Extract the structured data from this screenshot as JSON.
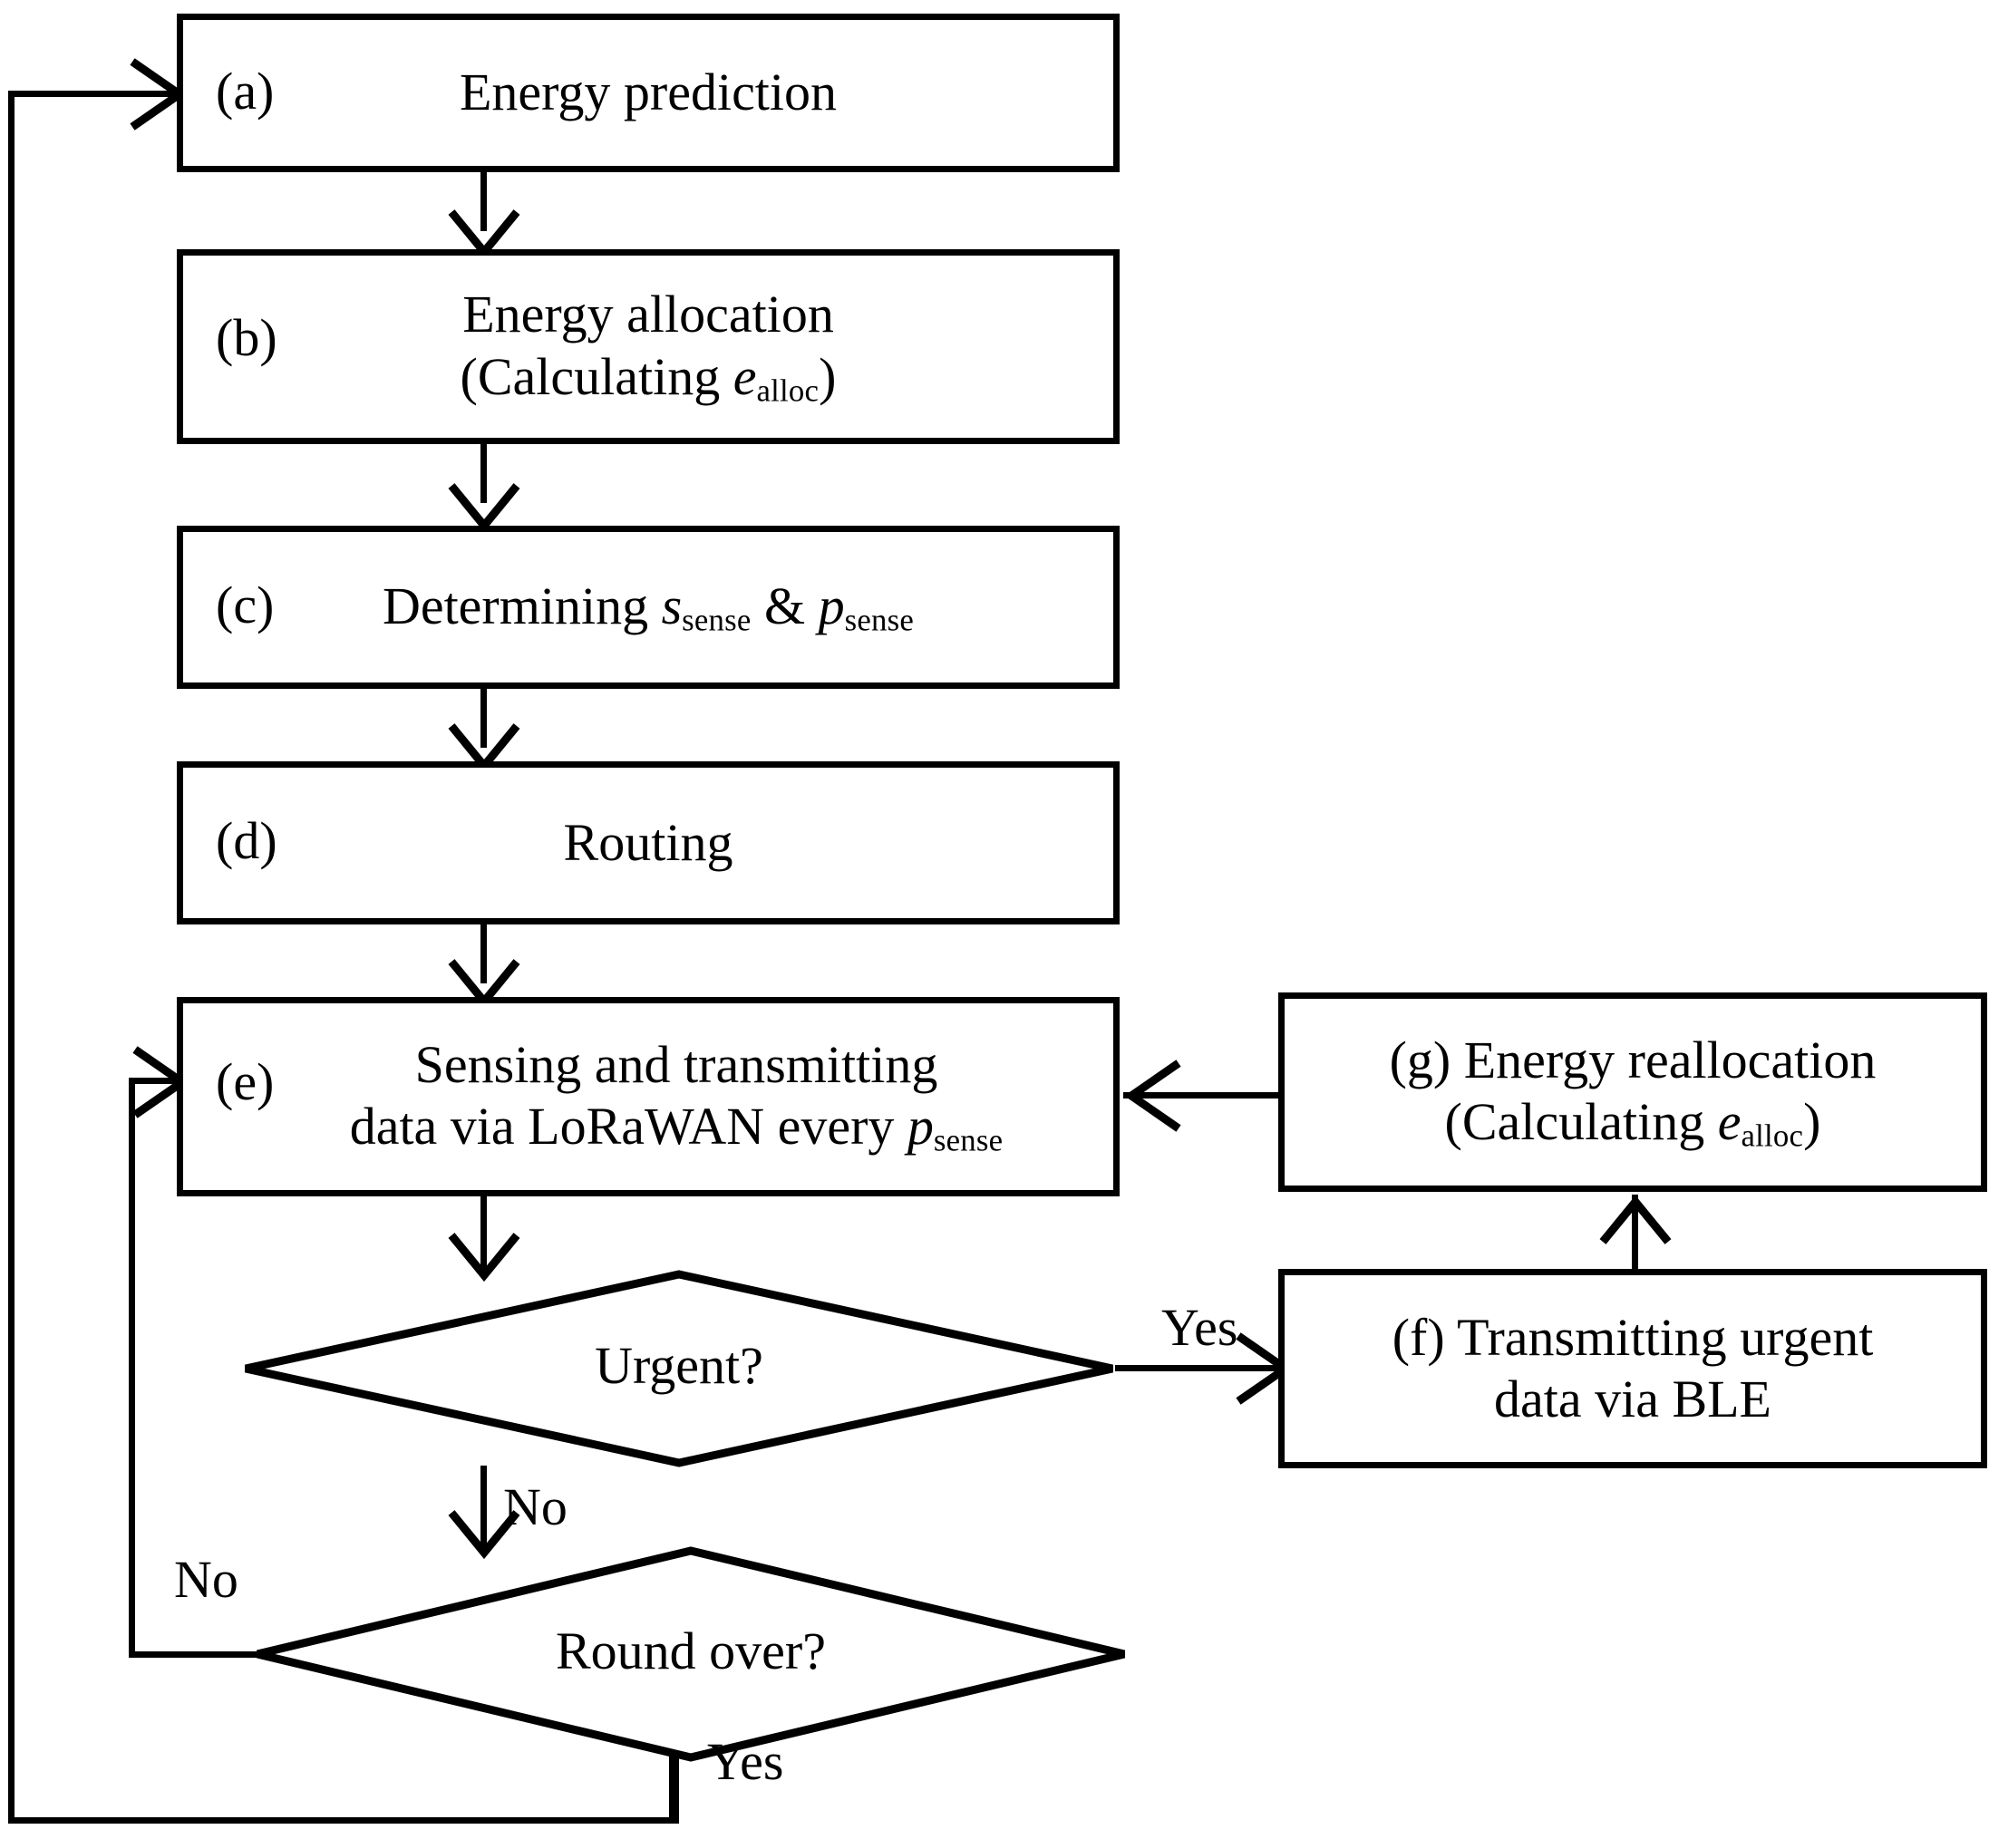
{
  "diagram": {
    "title": "Energy management flowchart",
    "type": "flowchart",
    "stroke_color": "#000000",
    "background_color": "#ffffff"
  },
  "nodes": {
    "a": {
      "tag": "(a)",
      "line1": "Energy prediction",
      "shape": "process"
    },
    "b": {
      "tag": "(b)",
      "line1": "Energy allocation",
      "line2_prefix": "(Calculating ",
      "line2_var": "e",
      "line2_sub": "alloc",
      "line2_suffix": ")",
      "shape": "process"
    },
    "c": {
      "tag": "(c)",
      "line1_prefix": "Determining ",
      "line1_var1": "s",
      "line1_sub1": "sense",
      "line1_mid": " & ",
      "line1_var2": "p",
      "line1_sub2": "sense",
      "shape": "process"
    },
    "d": {
      "tag": "(d)",
      "line1": "Routing",
      "shape": "process"
    },
    "e": {
      "tag": "(e)",
      "line1": "Sensing and transmitting",
      "line2_prefix": "data via LoRaWAN every ",
      "line2_var": "p",
      "line2_sub": "sense",
      "shape": "process"
    },
    "f": {
      "tag": "(f)",
      "line1": "Transmitting urgent",
      "line2": "data via BLE",
      "shape": "process"
    },
    "g": {
      "tag": "(g)",
      "line1": "Energy reallocation",
      "line2_prefix": "(Calculating ",
      "line2_var": "e",
      "line2_sub": "alloc",
      "line2_suffix": ")",
      "shape": "process"
    },
    "urgent": {
      "label": "Urgent?",
      "shape": "decision"
    },
    "round_over": {
      "label": "Round over?",
      "shape": "decision"
    }
  },
  "edge_labels": {
    "urgent_yes": "Yes",
    "urgent_no": "No",
    "round_over_no": "No",
    "round_over_yes": "Yes"
  }
}
